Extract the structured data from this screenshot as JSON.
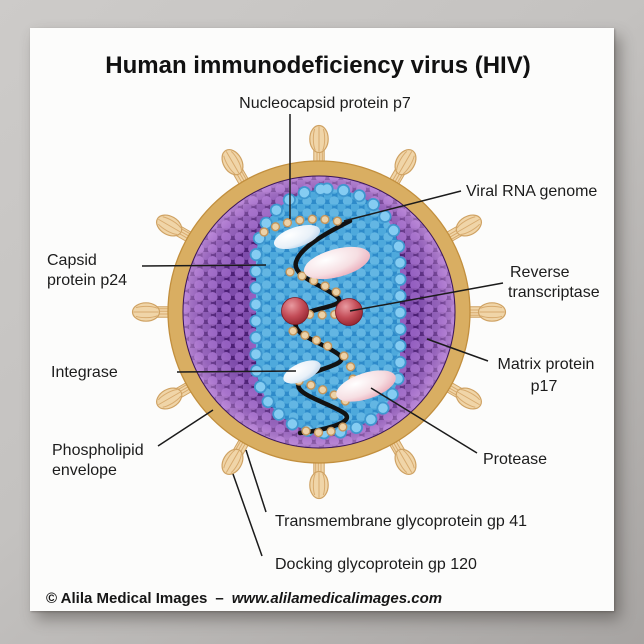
{
  "poster": {
    "title": "Human immunodeficiency virus (HIV)",
    "labels": {
      "nucleocapsid": "Nucleocapsid protein p7",
      "viral_rna": "Viral RNA genome",
      "capsid_line1": "Capsid",
      "capsid_line2": "protein p24",
      "reverse_line1": "Reverse",
      "reverse_line2": "transcriptase",
      "integrase": "Integrase",
      "matrix_line1": "Matrix protein",
      "matrix_line2": "p17",
      "phospholipid_line1": "Phospholipid",
      "phospholipid_line2": "envelope",
      "protease": "Protease",
      "transmembrane": "Transmembrane glycoprotein gp 41",
      "docking": "Docking glycoprotein gp 120"
    },
    "footer": {
      "copyright": "© Alila Medical Images",
      "separator": "–",
      "website": "www.alilamedicalimages.com"
    },
    "colors": {
      "envelope_ring": "#d9ae62",
      "matrix_purple": "#4c1f75",
      "capsid_blue": "#2e8bca",
      "spike_tan": "#f0d5a8",
      "rna_black": "#121212",
      "bead_tan": "#ecd2a8",
      "enzyme_red": "#c34c57",
      "ellipse_pink": "#eaa9b8",
      "ellipse_blue": "#b9d2ea",
      "label_text": "#1c1c1c"
    }
  }
}
